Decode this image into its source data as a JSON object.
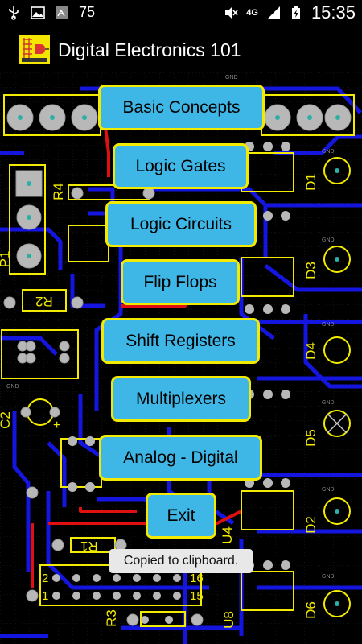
{
  "status_bar": {
    "battery_text": "75",
    "network": "4G",
    "time": "15:35",
    "icons": [
      "usb-icon",
      "image-icon",
      "app-notification-icon",
      "mute-icon",
      "signal-icon",
      "battery-icon"
    ]
  },
  "app": {
    "title": "Digital Electronics 101",
    "icon": "circuit-board-app-icon"
  },
  "menu": {
    "items": [
      {
        "label": "Basic Concepts"
      },
      {
        "label": "Logic Gates"
      },
      {
        "label": "Logic Circuits"
      },
      {
        "label": "Flip Flops"
      },
      {
        "label": "Shift Registers"
      },
      {
        "label": "Multiplexers"
      },
      {
        "label": "Analog - Digital"
      },
      {
        "label": "Exit"
      }
    ]
  },
  "pcb_labels": {
    "r4": "R4",
    "r2": "R2",
    "r1": "R1",
    "r3": "R3",
    "p1": "P1",
    "c2": "C2",
    "u4": "U4",
    "u8": "U8",
    "d1": "D1",
    "d3": "D3",
    "d4": "D4",
    "d5": "D5",
    "d2": "D2",
    "d6": "D6",
    "pin1": "1",
    "pin2": "2",
    "pin15": "15",
    "pin16": "16",
    "plus": "+"
  },
  "toast": {
    "text": "Copied to clipboard."
  },
  "colors": {
    "button_fill": "#3fb7e6",
    "button_border": "#f2ea00",
    "trace_blue": "#1515e0",
    "trace_red": "#e01010",
    "silkscreen": "#f2ea00"
  }
}
